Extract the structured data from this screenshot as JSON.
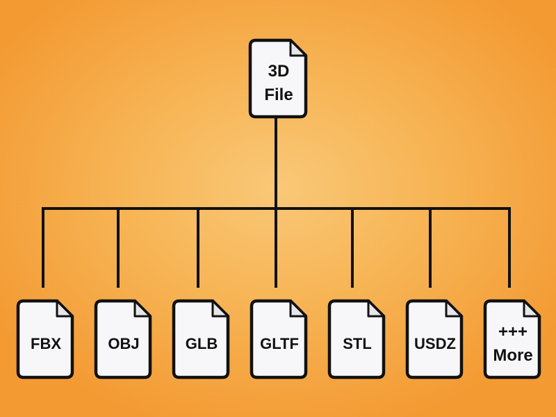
{
  "root": {
    "lines": [
      "3D",
      "File"
    ]
  },
  "children": [
    {
      "lines": [
        "FBX"
      ]
    },
    {
      "lines": [
        "OBJ"
      ]
    },
    {
      "lines": [
        "GLB"
      ]
    },
    {
      "lines": [
        "GLTF"
      ]
    },
    {
      "lines": [
        "STL"
      ]
    },
    {
      "lines": [
        "USDZ"
      ]
    },
    {
      "lines": [
        "+++",
        "More"
      ]
    }
  ],
  "colors": {
    "stroke": "#111111",
    "file_fill": "#f7f7f9",
    "fold_fill": "#e6e6ea"
  }
}
